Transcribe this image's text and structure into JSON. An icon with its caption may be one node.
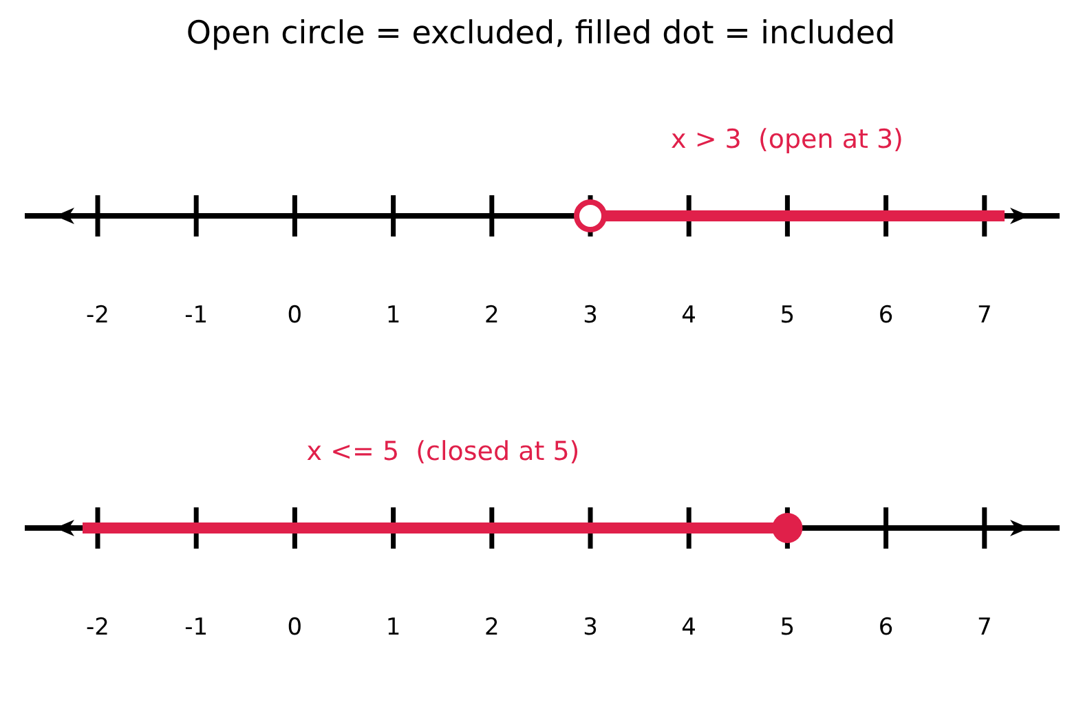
{
  "diagram": {
    "title": "Open circle = excluded, filled dot = included",
    "labels": [
      "x > 3  (open at 3)",
      "-2",
      "-1",
      "0",
      "1",
      "2",
      "3",
      "4",
      "5",
      "6",
      "7",
      "x <= 5  (closed at 5)",
      "-2",
      "-1",
      "0",
      "1",
      "2",
      "3",
      "4",
      "5",
      "6",
      "7"
    ]
  }
}
